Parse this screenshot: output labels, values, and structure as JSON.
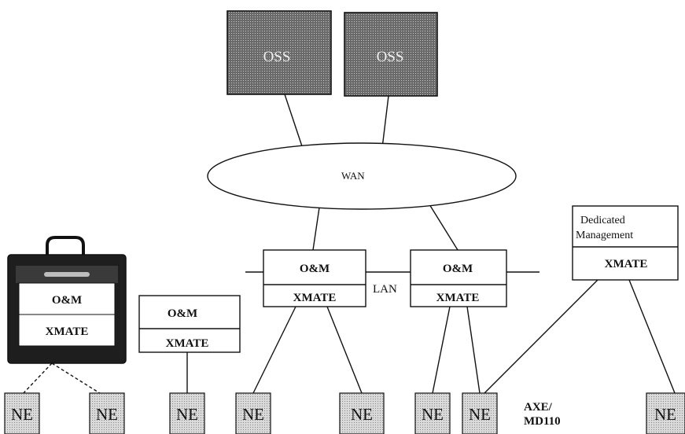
{
  "labels": {
    "oss": "OSS",
    "wan": "WAN",
    "lan": "LAN",
    "om": "O&M",
    "xmate": "XMATE",
    "ne": "NE",
    "dedicated_line1": "Dedicated",
    "dedicated_line2": "Management",
    "axe_line1": "AXE/",
    "axe_line2": "MD110"
  },
  "colors": {
    "oss_fill": "#6e6e6e",
    "oss_text": "#e8e8e8",
    "ne_fill": "#cfcfcf",
    "portable_case": "#1e1e1e",
    "stroke": "#111111"
  }
}
